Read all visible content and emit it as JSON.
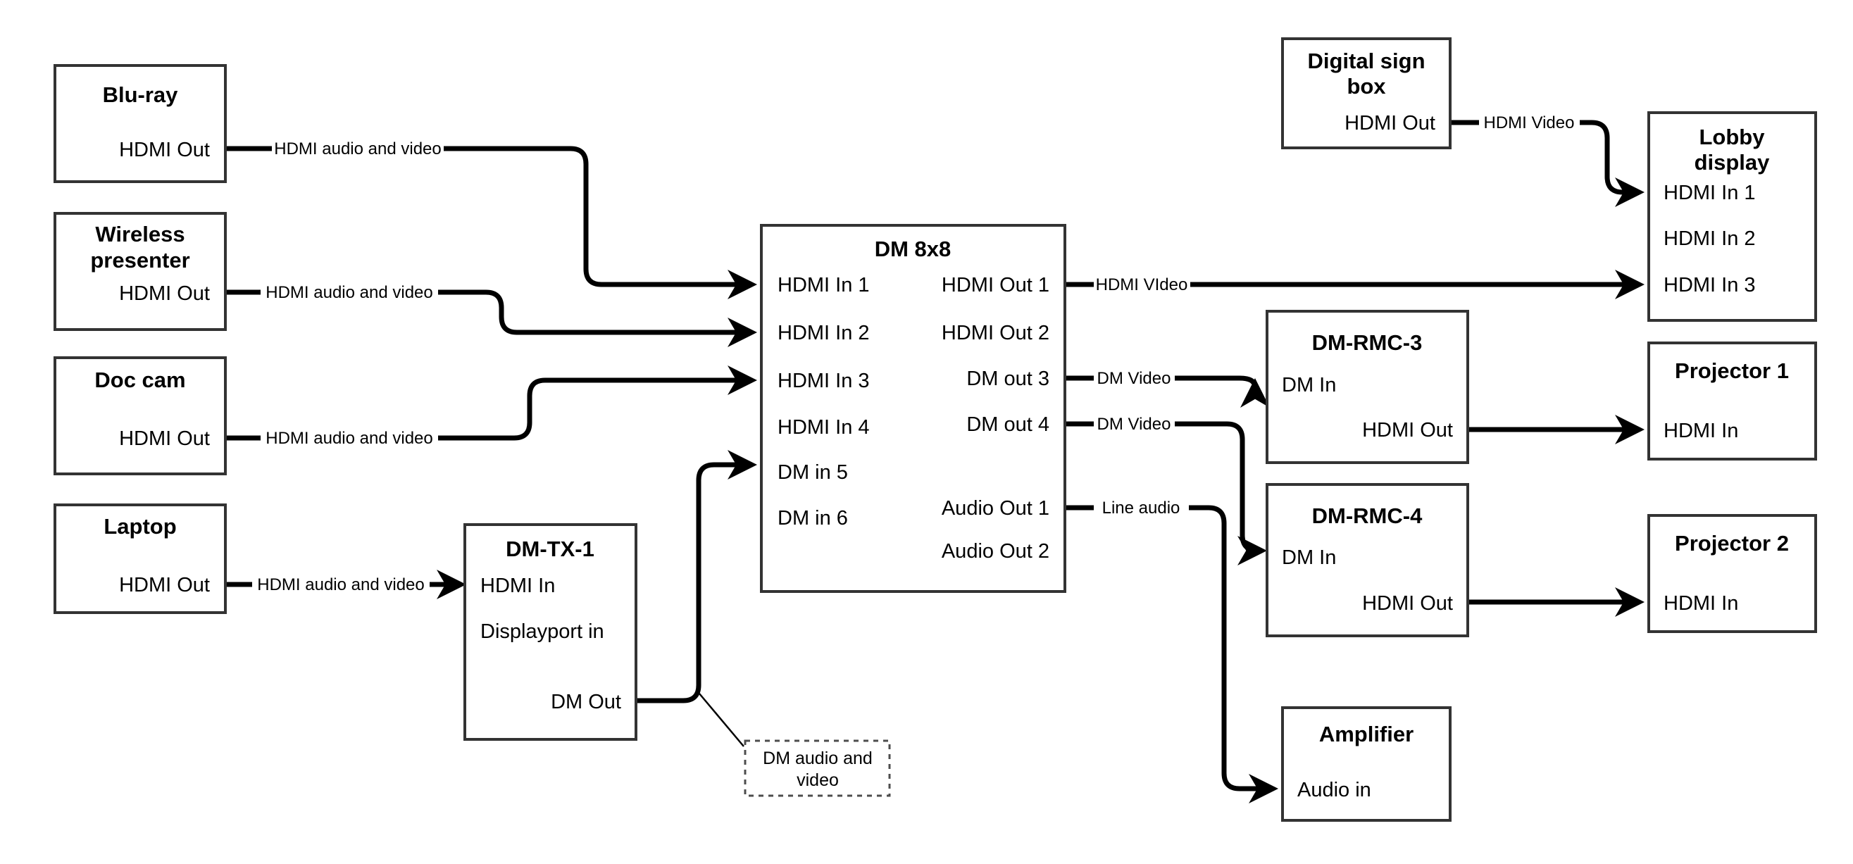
{
  "diagram": {
    "title_visible": false,
    "colors": {
      "box_border": "#333333",
      "wire": "#000000",
      "note_border": "#4d4d4d",
      "background": "#ffffff",
      "text": "#000000"
    },
    "nodes": [
      {
        "id": "blu-ray",
        "title": "Blu-ray",
        "ports": [
          {
            "label": "HDMI Out",
            "side": "right"
          }
        ]
      },
      {
        "id": "wireless-presenter",
        "title": "Wireless presenter",
        "title_line1": "Wireless",
        "title_line2": "presenter",
        "ports": [
          {
            "label": "HDMI Out",
            "side": "right"
          }
        ]
      },
      {
        "id": "doc-cam",
        "title": "Doc cam",
        "ports": [
          {
            "label": "HDMI Out",
            "side": "right"
          }
        ]
      },
      {
        "id": "laptop",
        "title": "Laptop",
        "ports": [
          {
            "label": "HDMI Out",
            "side": "right"
          }
        ]
      },
      {
        "id": "dm-tx-1",
        "title": "DM-TX-1",
        "ports": [
          {
            "label": "HDMI In",
            "side": "left"
          },
          {
            "label": "Displayport in",
            "side": "left"
          },
          {
            "label": "DM Out",
            "side": "right"
          }
        ]
      },
      {
        "id": "dm-8x8",
        "title": "DM 8x8",
        "inputs": [
          "HDMI In 1",
          "HDMI In 2",
          "HDMI In 3",
          "HDMI In 4",
          "DM in 5",
          "DM in 6"
        ],
        "outputs": [
          "HDMI Out 1",
          "HDMI Out 2",
          "DM out 3",
          "DM out 4",
          "Audio Out 1",
          "Audio Out 2"
        ]
      },
      {
        "id": "digital-sign-box",
        "title": "Digital sign box",
        "title_line1": "Digital sign",
        "title_line2": "box",
        "ports": [
          {
            "label": "HDMI Out",
            "side": "right"
          }
        ]
      },
      {
        "id": "lobby-display",
        "title": "Lobby display",
        "title_line1": "Lobby",
        "title_line2": "display",
        "ports": [
          {
            "label": "HDMI In 1",
            "side": "left"
          },
          {
            "label": "HDMI In 2",
            "side": "left"
          },
          {
            "label": "HDMI In 3",
            "side": "left"
          }
        ]
      },
      {
        "id": "dm-rmc-3",
        "title": "DM-RMC-3",
        "ports": [
          {
            "label": "DM In",
            "side": "left"
          },
          {
            "label": "HDMI Out",
            "side": "right"
          }
        ]
      },
      {
        "id": "dm-rmc-4",
        "title": "DM-RMC-4",
        "ports": [
          {
            "label": "DM In",
            "side": "left"
          },
          {
            "label": "HDMI Out",
            "side": "right"
          }
        ]
      },
      {
        "id": "projector-1",
        "title": "Projector 1",
        "ports": [
          {
            "label": "HDMI In",
            "side": "left"
          }
        ]
      },
      {
        "id": "projector-2",
        "title": "Projector 2",
        "ports": [
          {
            "label": "HDMI In",
            "side": "left"
          }
        ]
      },
      {
        "id": "amplifier",
        "title": "Amplifier",
        "ports": [
          {
            "label": "Audio in",
            "side": "left"
          }
        ]
      }
    ],
    "edges": [
      {
        "id": "bluray-to-hdmi-in-1",
        "from": "blu-ray.HDMI Out",
        "to": "dm-8x8.HDMI In 1",
        "label": "HDMI audio and video"
      },
      {
        "id": "wireless-to-hdmi-in-2",
        "from": "wireless-presenter.HDMI Out",
        "to": "dm-8x8.HDMI In 2",
        "label": "HDMI audio and video"
      },
      {
        "id": "doccam-to-hdmi-in-3",
        "from": "doc-cam.HDMI Out",
        "to": "dm-8x8.HDMI In 3",
        "label": "HDMI audio and video"
      },
      {
        "id": "laptop-to-dmtx1",
        "from": "laptop.HDMI Out",
        "to": "dm-tx-1.HDMI In",
        "label": "HDMI audio and video"
      },
      {
        "id": "dmtx1-to-dm-in-5",
        "from": "dm-tx-1.DM Out",
        "to": "dm-8x8.DM in 5",
        "label": "DM audio and video"
      },
      {
        "id": "hdmi-out-1-to-lobby-in-3",
        "from": "dm-8x8.HDMI Out 1",
        "to": "lobby-display.HDMI In 3",
        "label": "HDMI VIdeo"
      },
      {
        "id": "dm-out-3-to-rmc-3",
        "from": "dm-8x8.DM out 3",
        "to": "dm-rmc-3.DM In",
        "label": "DM Video"
      },
      {
        "id": "dm-out-4-to-rmc-4",
        "from": "dm-8x8.DM out 4",
        "to": "dm-rmc-4.DM In",
        "label": "DM Video"
      },
      {
        "id": "audio-out-1-to-amplifier",
        "from": "dm-8x8.Audio Out 1",
        "to": "amplifier.Audio in",
        "label": "Line audio"
      },
      {
        "id": "signbox-to-lobby-in-1",
        "from": "digital-sign-box.HDMI Out",
        "to": "lobby-display.HDMI In 1",
        "label": "HDMI Video"
      },
      {
        "id": "rmc3-to-projector-1",
        "from": "dm-rmc-3.HDMI Out",
        "to": "projector-1.HDMI In",
        "label": ""
      },
      {
        "id": "rmc4-to-projector-2",
        "from": "dm-rmc-4.HDMI Out",
        "to": "projector-2.HDMI In",
        "label": ""
      }
    ],
    "notes": [
      {
        "id": "dm-audio-video-note",
        "line1": "DM audio and",
        "line2": "video",
        "style": "dashed"
      }
    ]
  }
}
